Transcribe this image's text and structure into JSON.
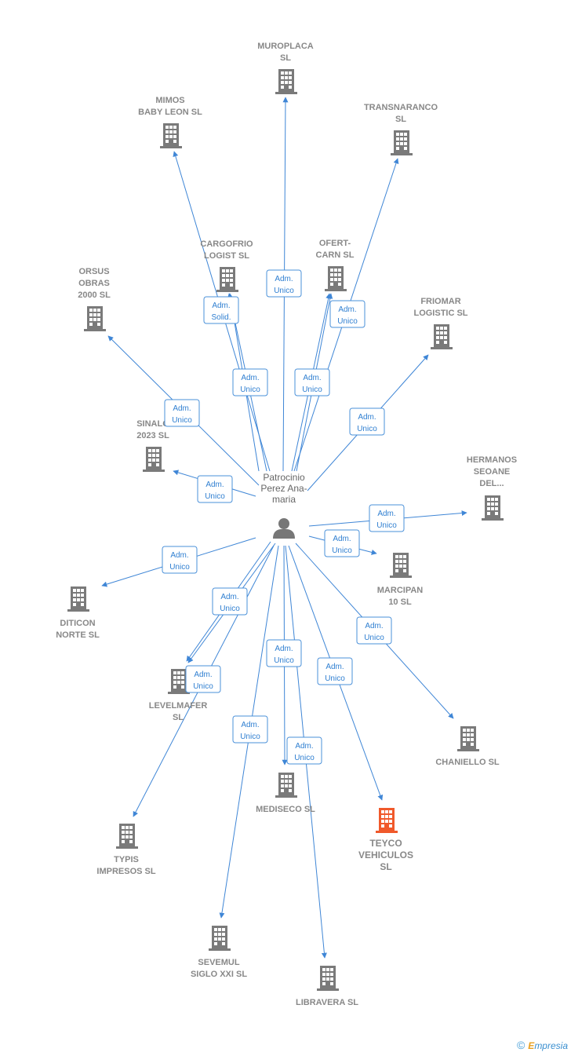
{
  "colors": {
    "edge": "#3f86d6",
    "building": "#7a7a7a",
    "highlight": "#f0592b",
    "person": "#777777"
  },
  "person": {
    "label_lines": [
      "Patrocinio",
      "Perez Ana-",
      "maria"
    ],
    "icon": "person-icon"
  },
  "companies": [
    {
      "id": "muroplaca",
      "lines": [
        "MUROPLACA",
        "SL"
      ]
    },
    {
      "id": "mimos",
      "lines": [
        "MIMOS",
        "BABY LEON SL"
      ]
    },
    {
      "id": "transnaranco",
      "lines": [
        "TRANSNARANCO",
        "SL"
      ]
    },
    {
      "id": "cargofrio",
      "lines": [
        "CARGOFRIO",
        "LOGIST SL"
      ]
    },
    {
      "id": "ofert",
      "lines": [
        "OFERT-",
        "CARN SL"
      ]
    },
    {
      "id": "orsus",
      "lines": [
        "ORSUS",
        "OBRAS",
        "2000  SL"
      ]
    },
    {
      "id": "friomar",
      "lines": [
        "FRIOMAR",
        "LOGISTIC  SL"
      ]
    },
    {
      "id": "sinalg",
      "lines": [
        "SINALG",
        "2023  SL"
      ]
    },
    {
      "id": "hermanos",
      "lines": [
        "HERMANOS",
        "SEOANE",
        "DEL..."
      ]
    },
    {
      "id": "marcipan",
      "lines": [
        "MARCIPAN",
        "10 SL"
      ]
    },
    {
      "id": "diticon",
      "lines": [
        "DITICON",
        "NORTE  SL"
      ]
    },
    {
      "id": "levelmafer",
      "lines": [
        "LEVELMAFER",
        "SL"
      ]
    },
    {
      "id": "chaniello",
      "lines": [
        "CHANIELLO SL"
      ]
    },
    {
      "id": "mediseco",
      "lines": [
        "MEDISECO  SL"
      ]
    },
    {
      "id": "teyco",
      "lines": [
        "TEYCO",
        "VEHICULOS",
        "SL"
      ],
      "highlight": true
    },
    {
      "id": "typis",
      "lines": [
        "TYPIS",
        "IMPRESOS SL"
      ]
    },
    {
      "id": "sevemul",
      "lines": [
        "SEVEMUL",
        "SIGLO XXI SL"
      ]
    },
    {
      "id": "libravera",
      "lines": [
        "LIBRAVERA  SL"
      ]
    }
  ],
  "edges": [
    {
      "to": "muroplaca",
      "lines": [
        "Adm.",
        "Unico"
      ]
    },
    {
      "to": "mimos",
      "lines": [
        "Adm.",
        "Unico"
      ]
    },
    {
      "to": "transnaranco",
      "lines": [
        "Adm.",
        "Unico"
      ]
    },
    {
      "to": "cargofrio",
      "lines": [
        "Adm.",
        "Solid."
      ]
    },
    {
      "to": "ofert",
      "lines": [
        "Adm.",
        "Unico"
      ]
    },
    {
      "to": "orsus",
      "lines": [
        "Adm.",
        "Unico"
      ]
    },
    {
      "to": "friomar",
      "lines": [
        "Adm.",
        "Unico"
      ]
    },
    {
      "to": "sinalg",
      "lines": [
        "Adm.",
        "Unico"
      ]
    },
    {
      "to": "hermanos",
      "lines": [
        "Adm.",
        "Unico"
      ]
    },
    {
      "to": "marcipan",
      "lines": [
        "Adm.",
        "Unico"
      ]
    },
    {
      "to": "diticon",
      "lines": [
        "Adm.",
        "Unico"
      ]
    },
    {
      "to": "levelmafer",
      "lines": [
        "Adm.",
        "Unico"
      ]
    },
    {
      "to": "chaniello",
      "lines": [
        "Adm.",
        "Unico"
      ]
    },
    {
      "to": "mediseco",
      "lines": [
        "Adm.",
        "Unico"
      ]
    },
    {
      "to": "teyco",
      "lines": [
        "Adm.",
        "Unico"
      ]
    },
    {
      "to": "typis",
      "lines": [
        "Adm.",
        "Unico"
      ]
    },
    {
      "to": "sevemul",
      "lines": [
        "Adm.",
        "Unico"
      ]
    },
    {
      "to": "libravera",
      "lines": [
        "Adm.",
        "Unico"
      ]
    },
    {
      "to": "cargofrio",
      "lines": [
        "Adm.",
        "Unico"
      ]
    },
    {
      "to": "ofert",
      "lines": [
        "Adm.",
        "Unico"
      ]
    },
    {
      "to": "levelmafer",
      "lines": [
        "Adm.",
        "Unico"
      ]
    }
  ],
  "footer": {
    "copyright": "©",
    "brand_first": "E",
    "brand_rest": "mpresia"
  }
}
